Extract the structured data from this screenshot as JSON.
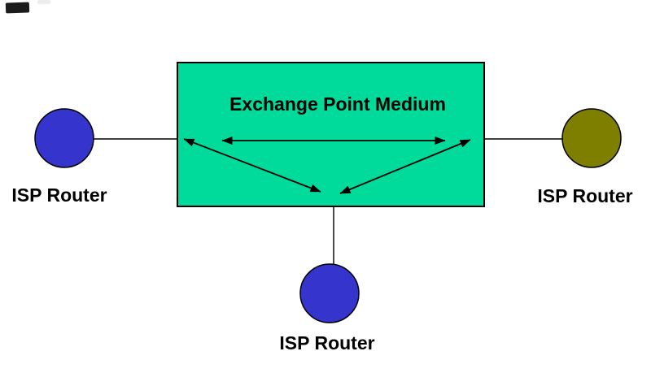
{
  "diagram": {
    "box": {
      "label": "Exchange Point Medium",
      "fill": "#00DB9C",
      "border": "#000000"
    },
    "routers": {
      "left": {
        "label": "ISP Router",
        "fill": "#3535CD"
      },
      "right": {
        "label": "ISP Router",
        "fill": "#7E7E00"
      },
      "bottom": {
        "label": "ISP Router",
        "fill": "#3535CD"
      }
    },
    "line_color": "#000000",
    "text_color": "#000000",
    "background": "#ffffff"
  }
}
